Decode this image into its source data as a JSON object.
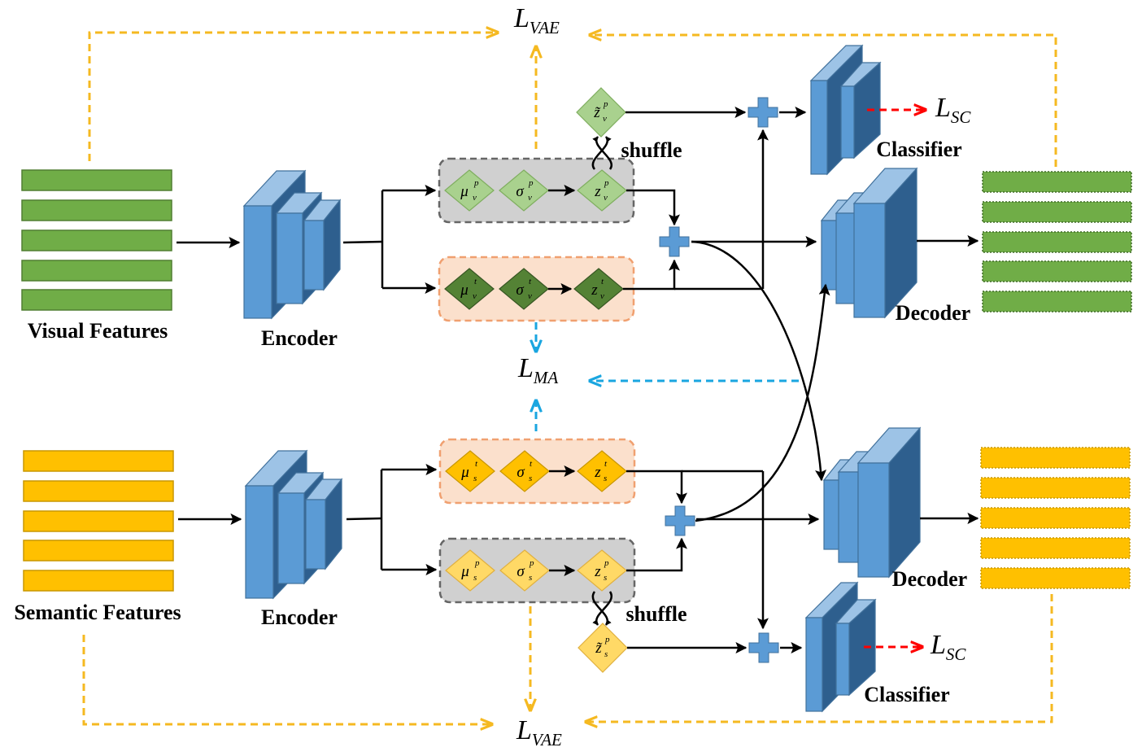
{
  "labels": {
    "visual_features": "Visual Features",
    "semantic_features": "Semantic Features",
    "encoder_top": "Encoder",
    "encoder_bottom": "Encoder",
    "classifier_top": "Classifier",
    "classifier_bottom": "Classifier",
    "decoder_top": "Decoder",
    "decoder_bottom": "Decoder",
    "shuffle_top": "shuffle",
    "shuffle_bottom": "shuffle"
  },
  "losses": {
    "vae_top": {
      "base": "L",
      "sub": "VAE"
    },
    "vae_bottom": {
      "base": "L",
      "sub": "VAE"
    },
    "ma": {
      "base": "L",
      "sub": "MA"
    },
    "sc_top": {
      "base": "L",
      "sub": "SC"
    },
    "sc_bottom": {
      "base": "L",
      "sub": "SC"
    }
  },
  "symbols": {
    "mu_v_p": {
      "base": "μ",
      "sub": "v",
      "sup": "p"
    },
    "sigma_v_p": {
      "base": "σ",
      "sub": "v",
      "sup": "p"
    },
    "z_v_p": {
      "base": "z",
      "sub": "v",
      "sup": "p"
    },
    "z_tilde_v_p": {
      "base": "z̃",
      "sub": "v",
      "sup": "p"
    },
    "mu_v_t": {
      "base": "μ",
      "sub": "v",
      "sup": "t"
    },
    "sigma_v_t": {
      "base": "σ",
      "sub": "v",
      "sup": "t"
    },
    "z_v_t": {
      "base": "z",
      "sub": "v",
      "sup": "t"
    },
    "mu_s_t": {
      "base": "μ",
      "sub": "s",
      "sup": "t"
    },
    "sigma_s_t": {
      "base": "σ",
      "sub": "s",
      "sup": "t"
    },
    "z_s_t": {
      "base": "z",
      "sub": "s",
      "sup": "t"
    },
    "mu_s_p": {
      "base": "μ",
      "sub": "s",
      "sup": "p"
    },
    "sigma_s_p": {
      "base": "σ",
      "sub": "s",
      "sup": "p"
    },
    "z_s_p": {
      "base": "z",
      "sub": "s",
      "sup": "p"
    },
    "z_tilde_s_p": {
      "base": "z̃",
      "sub": "s",
      "sup": "p"
    }
  },
  "colors": {
    "visual_feature_bar": "#70ad47",
    "semantic_feature_bar": "#ffc000",
    "network_block": "#5b9bd5",
    "vae_loss_arrow": "#f5b921",
    "ma_loss_arrow": "#1aa6e0",
    "sc_loss_arrow": "#ff0000",
    "private_box_fill": "#d0d0d0",
    "shared_box_fill": "#fbe0cc",
    "private_box_border": "#666666",
    "shared_box_border": "#f0a070"
  }
}
